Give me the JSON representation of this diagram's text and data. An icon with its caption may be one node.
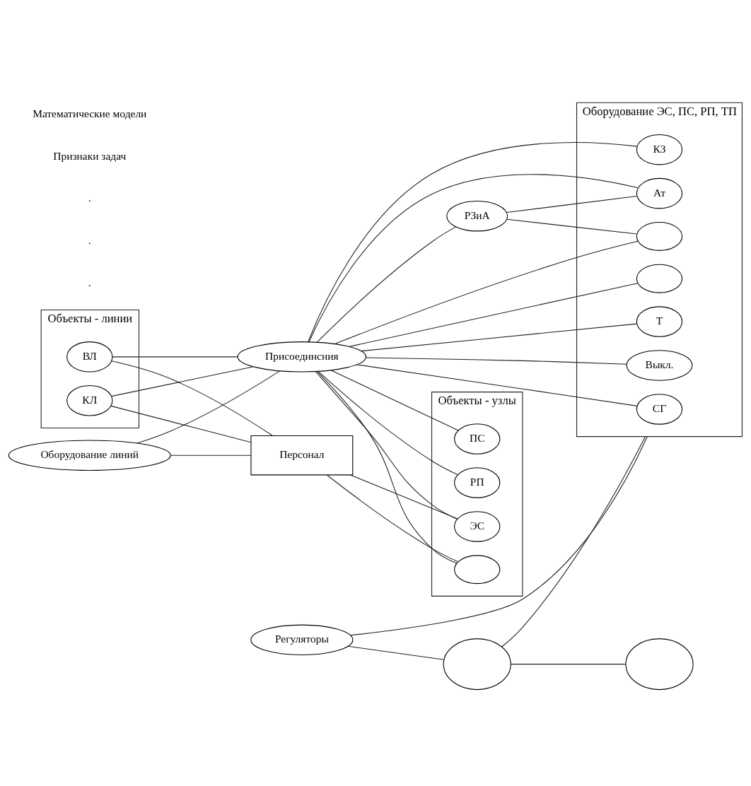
{
  "diagram": {
    "nodes": [
      {
        "text": [
          "Объекты - линии"
        ]
      },
      {
        "text": [
          "ВЛ"
        ],
        "in": 0
      },
      {
        "text": [
          "КЛ"
        ],
        "in": 0
      },
      {
        "text": [
          "Персонал"
        ]
      },
      {
        "text": [
          "Присоединсния"
        ]
      },
      {
        "text": [
          "Объекты - узлы"
        ]
      },
      {
        "text": [
          "ЭС"
        ],
        "in": 5
      },
      {
        "text": [],
        "shape": "circle",
        "in": 5
      },
      {
        "text": [
          "ПС"
        ],
        "in": 5
      },
      {
        "text": [
          "РП"
        ],
        "in": 5
      },
      {
        "text": [
          "Оборудование линий"
        ]
      },
      {
        "text": [
          "РЗиА"
        ]
      },
      {
        "text": [
          "Оборудование ЭС, ПС, РП, ТП"
        ]
      },
      {
        "text": [
          "СГ"
        ],
        "in": 12
      },
      {
        "text": [],
        "shape": "circle",
        "in": 12
      },
      {
        "text": [
          "Ат"
        ],
        "in": 12
      },
      {
        "text": [
          "Т"
        ],
        "in": 12
      },
      {
        "text": [
          "Выкл."
        ],
        "in": 12
      },
      {
        "text": [
          "КЗ"
        ],
        "in": 12
      },
      {
        "text": [],
        "shape": "circle",
        "in": 12
      },
      {
        "text": [
          "Регуляторы"
        ]
      },
      {
        "text": [],
        "shape": "circle"
      },
      {
        "text": [],
        "shape": "circle"
      }
    ],
    "edges": [
      {
        "from": 1,
        "to": 3,
        "arrow": "none"
      },
      {
        "from": 3,
        "to": 6,
        "arrow": "none"
      },
      {
        "from": 3,
        "to": 7,
        "arrow": "none"
      },
      {
        "from": 1,
        "to": 4,
        "arrow": "none"
      },
      {
        "from": 2,
        "to": 3,
        "arrow": "none"
      },
      {
        "from": 2,
        "to": 4,
        "arrow": "none"
      },
      {
        "from": 10,
        "to": 3,
        "arrow": "none"
      },
      {
        "from": 10,
        "to": 4,
        "arrow": "none"
      },
      {
        "from": 4,
        "to": 6,
        "arrow": "none"
      },
      {
        "from": 4,
        "to": 7,
        "arrow": "none"
      },
      {
        "from": 4,
        "to": 8,
        "arrow": "none"
      },
      {
        "from": 4,
        "to": 9,
        "arrow": "none"
      },
      {
        "from": 4,
        "to": 11,
        "arrow": "none"
      },
      {
        "from": 11,
        "to": 14,
        "arrow": "none"
      },
      {
        "from": 11,
        "to": 15,
        "arrow": "none"
      },
      {
        "from": 4,
        "to": 13,
        "arrow": "none"
      },
      {
        "from": 4,
        "to": 14,
        "arrow": "none"
      },
      {
        "from": 4,
        "to": 15,
        "arrow": "none"
      },
      {
        "from": 4,
        "to": 16,
        "arrow": "none"
      },
      {
        "from": 4,
        "to": 17,
        "arrow": "none"
      },
      {
        "from": 4,
        "to": 18,
        "arrow": "none"
      },
      {
        "from": 4,
        "to": 19,
        "arrow": "none"
      },
      {
        "from": 20,
        "to": 12,
        "arrow": "none"
      },
      {
        "from": 20,
        "to": 21,
        "arrow": "none"
      },
      {
        "from": 21,
        "to": 12,
        "arrow": "none"
      },
      {
        "from": 21,
        "to": 22,
        "arrow": "none"
      }
    ],
    "labels": [
      ".",
      ".",
      ".",
      "Признаки задач",
      "Математические модели"
    ]
  }
}
